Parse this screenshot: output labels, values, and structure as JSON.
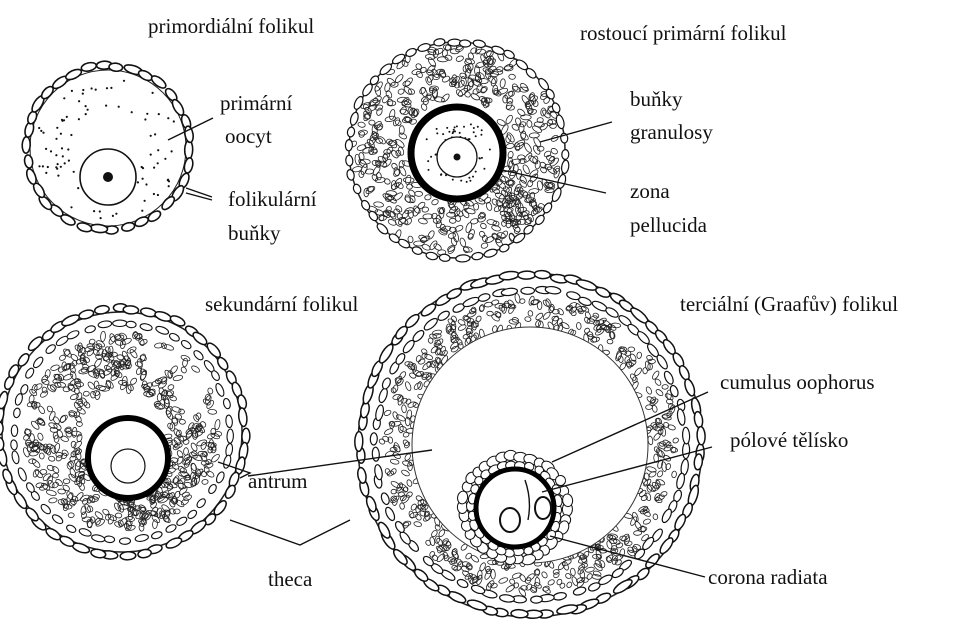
{
  "figure": {
    "titles": {
      "primordial": "primordiální folikul",
      "growing_primary": "rostoucí primární folikul",
      "secondary": "sekundární folikul",
      "tertiary": "terciální (Graafův) folikul"
    },
    "labels": {
      "primary_oocyte_1": "primární",
      "primary_oocyte_2": "oocyt",
      "follicular_cells_1": "folikulární",
      "follicular_cells_2": "buňky",
      "granulosa_1": "buňky",
      "granulosa_2": "granulosy",
      "zona_1": "zona",
      "zona_2": "pellucida",
      "antrum": "antrum",
      "theca": "theca",
      "cumulus": "cumulus oophorus",
      "polar_body": "pólové tělísko",
      "corona": "corona radiata"
    }
  }
}
